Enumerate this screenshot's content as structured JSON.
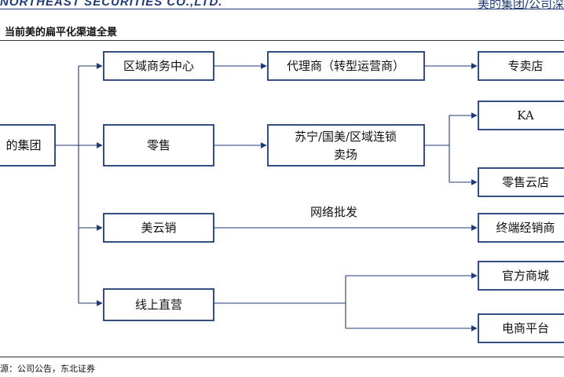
{
  "header": {
    "brand": "NORTHEAST SECURITIES CO.,LTD.",
    "right_title": "美的集团/公司深"
  },
  "figure": {
    "title": "当前美的扁平化渠道全景"
  },
  "source": "源：公司公告，东北证券",
  "diagram": {
    "root": "的集团",
    "channels": [
      "区域商务中心",
      "零售",
      "美云销",
      "线上直营"
    ],
    "middle": {
      "agent": "代理商（转型运营商）",
      "retail_line1": "苏宁/国美/区域连锁",
      "retail_line2": "卖场",
      "edge_label": "网络批发"
    },
    "terminals": [
      "专卖店",
      "KA",
      "零售云店",
      "终端经销商",
      "官方商城",
      "电商平台"
    ]
  },
  "colors": {
    "accent": "#1f3b76"
  }
}
